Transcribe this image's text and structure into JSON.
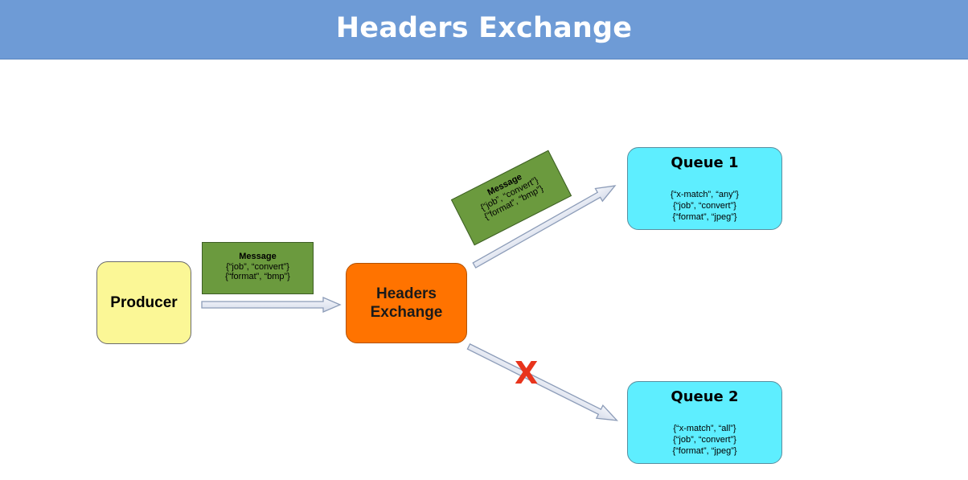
{
  "header": {
    "title": "Headers Exchange"
  },
  "producer": {
    "label": "Producer"
  },
  "exchange": {
    "line1": "Headers",
    "line2": "Exchange"
  },
  "message_to_exchange": {
    "title": "Message",
    "lines": [
      "{“job”, “convert”}",
      "{“format”, “bmp”}"
    ]
  },
  "message_to_queue1": {
    "title": "Message",
    "lines": [
      "{“job”, “convert”}",
      "{“format”, “bmp”}"
    ]
  },
  "queue1": {
    "title": "Queue 1",
    "args": [
      "{“x-match”, “any”}",
      "{“job”, “convert”}",
      "{“format”, “jpeg”}"
    ]
  },
  "queue2": {
    "title": "Queue 2",
    "args": [
      "{“x-match”, “all”}",
      "{“job”, “convert”}",
      "{“format”, “jpeg”}"
    ]
  },
  "rejected_marker": "X",
  "colors": {
    "banner": "#6e9bd6",
    "producer": "#fbf796",
    "exchange": "#ff7300",
    "queue": "#5eeeff",
    "message": "#6b9a3e",
    "arrow_fill": "#e6eaf4",
    "arrow_stroke": "#8c9cb8",
    "reject": "#e8341c"
  }
}
